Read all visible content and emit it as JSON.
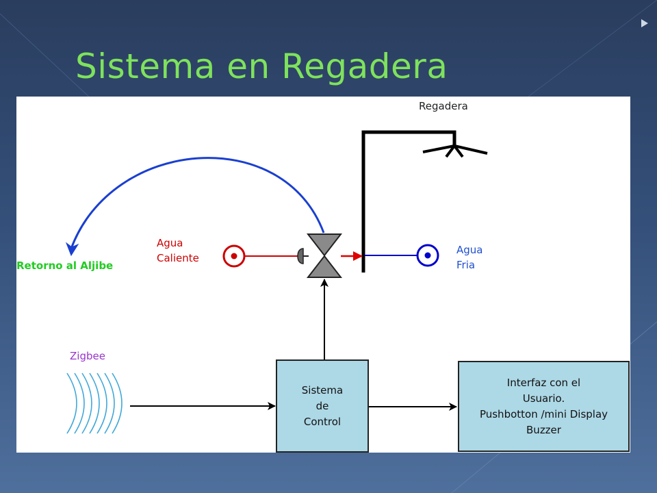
{
  "slide": {
    "title": "Sistema en Regadera"
  },
  "diagram": {
    "regadera": "Regadera",
    "agua_caliente": [
      "Agua",
      "Caliente"
    ],
    "agua_fria": [
      "Agua",
      "Fria"
    ],
    "retorno": "Retorno al Aljibe",
    "zigbee": "Zigbee",
    "sistema_control": [
      "Sistema",
      "de",
      "Control"
    ],
    "interfaz": [
      "Interfaz con el",
      "Usuario.",
      "Pushbotton /mini Display",
      "Buzzer"
    ]
  },
  "colors": {
    "title": "#7ee25c",
    "hot": "#cc0000",
    "cold": "#0000cc",
    "return_arc": "#1a3fd0",
    "return_label": "#22cc22",
    "zigbee": "#9933cc",
    "zigbee_waves": "#40a8d8",
    "box_fill": "#add8e6"
  }
}
